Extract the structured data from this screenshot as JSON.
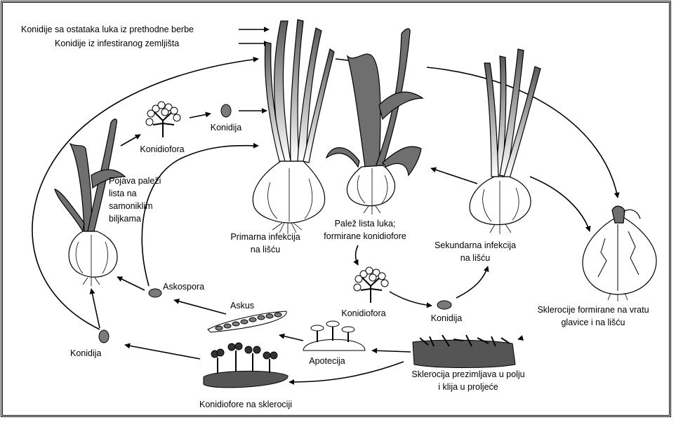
{
  "labels": {
    "conidia_residue": "Konidije sa ostataka luka iz prethodne berbe",
    "conidia_soil": "Konidije iz infestiranog zemljišta",
    "konidiofora_top": "Konidiofora",
    "konidija_top": "Konidija",
    "wild_line1": "Pojava paleži",
    "wild_line2": "lista na",
    "wild_line3": "samoniklim",
    "wild_line4": "biljkama",
    "primary_line1": "Primarna infekcija",
    "primary_line2": "na lišću",
    "blight_line1": "Palež lista luka;",
    "blight_line2": "formirane konidiofore",
    "secondary_line1": "Sekundarna infekcija",
    "secondary_line2": "na lišću",
    "askospora": "Askospora",
    "askus": "Askus",
    "konidiofora_mid": "Konidiofora",
    "konidija_mid": "Konidija",
    "apotecija": "Apotecija",
    "sclerotia_bulb_line1": "Sklerocije formirane na vratu",
    "sclerotia_bulb_line2": "glavice i na lišću",
    "konidija_left": "Konidija",
    "overwinter_line1": "Sklerocija prezimljava u polju",
    "overwinter_line2": "i klija u proljeće",
    "conidiophores_sclerotium": "Konidiofore na sklerociji"
  },
  "colors": {
    "ink": "#000000",
    "leaf_fill": "#6f6f6f",
    "bulb_fill": "#ffffff",
    "spore_fill": "#7a7a7a",
    "soil_fill": "#555555"
  }
}
